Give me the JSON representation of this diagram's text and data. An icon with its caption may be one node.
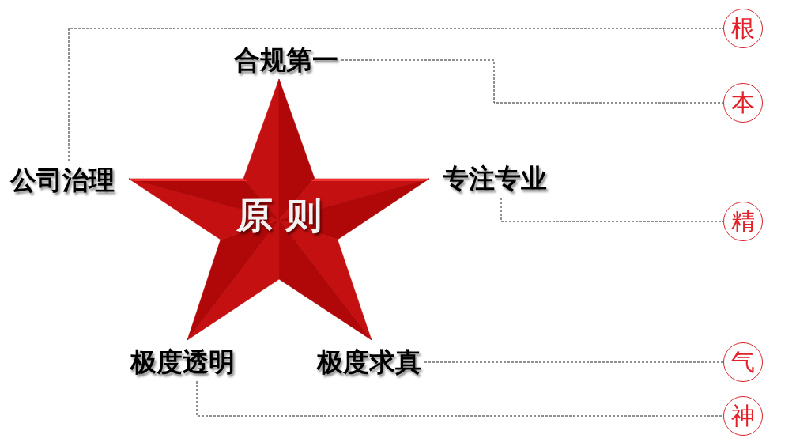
{
  "diagram": {
    "nodes": [
      {
        "text": [
          "原 则"
        ]
      },
      {
        "text": [
          "合规第一"
        ]
      },
      {
        "text": [
          "公司治理"
        ]
      },
      {
        "text": [
          "专注专业"
        ]
      },
      {
        "text": [
          "极度透明"
        ]
      },
      {
        "text": [
          "极度求真"
        ]
      },
      {
        "text": [
          "根"
        ]
      },
      {
        "text": [
          "本"
        ]
      },
      {
        "text": [
          "精"
        ]
      },
      {
        "text": [
          "气"
        ]
      },
      {
        "text": [
          "神"
        ]
      }
    ],
    "edges": [
      {
        "from": 2,
        "to": 6,
        "arrow": "none",
        "style": "dashed"
      },
      {
        "from": 1,
        "to": 7,
        "arrow": "none",
        "style": "dashed"
      },
      {
        "from": 3,
        "to": 8,
        "arrow": "none",
        "style": "dashed"
      },
      {
        "from": 5,
        "to": 9,
        "arrow": "none",
        "style": "dashed"
      },
      {
        "from": 4,
        "to": 10,
        "arrow": "none",
        "style": "dashed"
      }
    ]
  }
}
